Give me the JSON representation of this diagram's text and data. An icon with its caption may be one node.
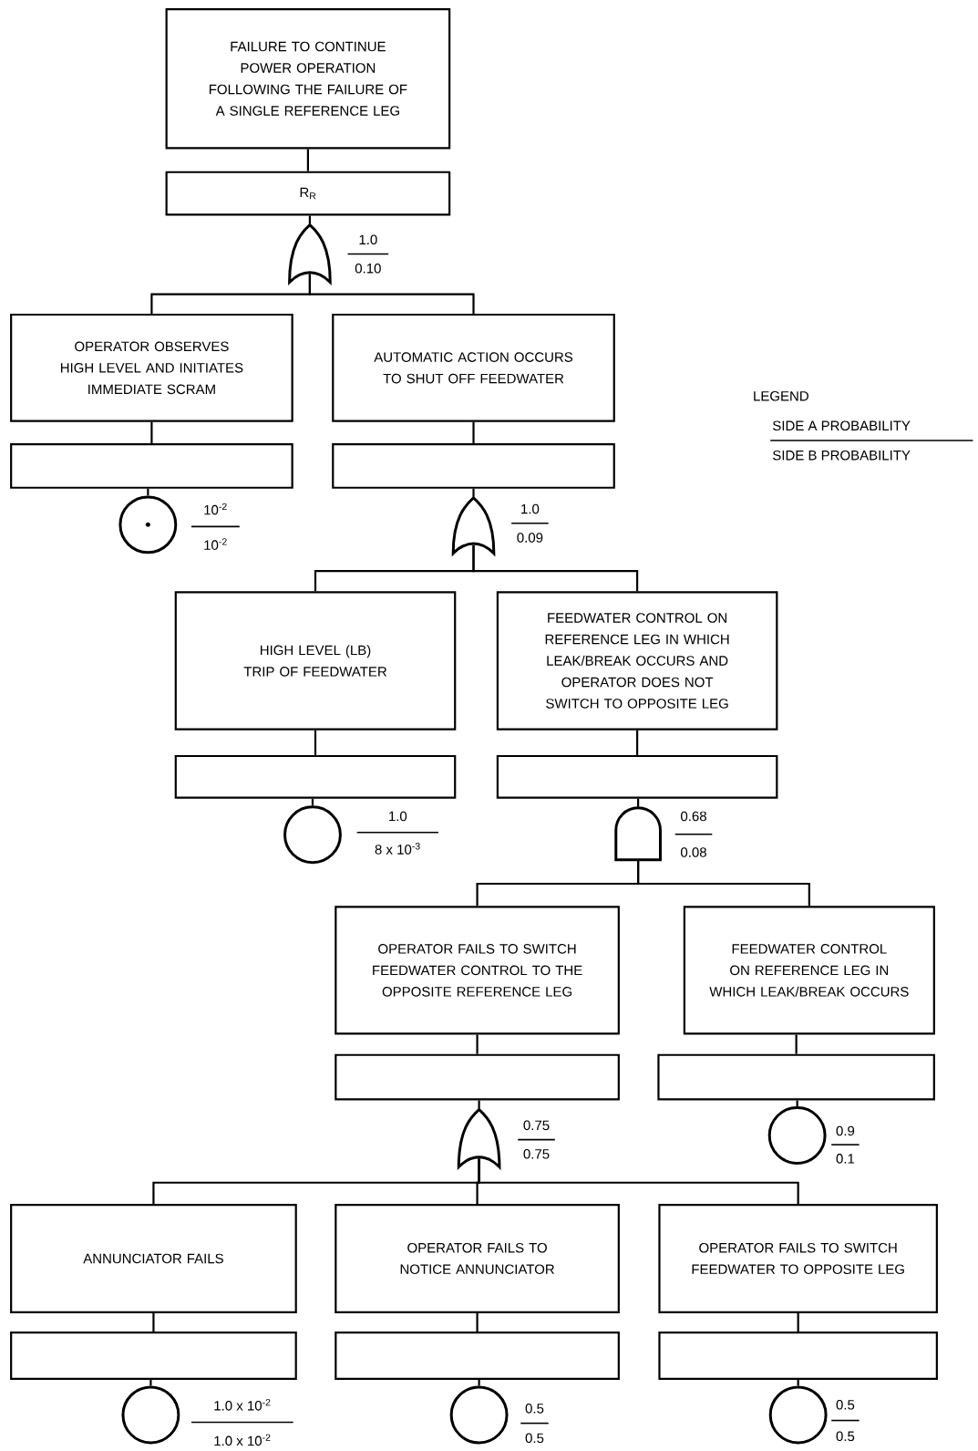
{
  "diagram": {
    "nodes": [
      {
        "text": [
          "FAILURE TO CONTINUE POWER OPERATION FOLLOWING THE FAILURE OF A SINGLE REFERENCE LEG"
        ]
      },
      {
        "text": [
          "R$_{R}$"
        ]
      },
      {
        "text": [],
        "shape": "or-gate",
        "beside": [
          "1.0",
          "0.10"
        ]
      },
      {
        "text": [
          "OPERATOR OBSERVES HIGH LEVEL AND INITIATES IMMEDIATE SCRAM"
        ]
      },
      {
        "text": [],
        "shape": "box"
      },
      {
        "text": [],
        "shape": "circle",
        "beside": [
          "10$^{-2}$",
          "10$^{-2}$"
        ]
      },
      {
        "text": [
          "AUTOMATIC ACTION OCCURS TO SHUT OFF FEEDWATER"
        ]
      },
      {
        "text": [],
        "shape": "box"
      },
      {
        "text": [],
        "shape": "or-gate",
        "beside": [
          "1.0",
          "0.09"
        ]
      },
      {
        "text": [
          "HIGH LEVEL (LB) TRIP OF FEEDWATER"
        ]
      },
      {
        "text": [],
        "shape": "box"
      },
      {
        "text": [],
        "shape": "circle",
        "beside": [
          "1.0",
          "8 x 10$^{-3}$"
        ]
      },
      {
        "text": [
          "FEEDWATER CONTROL ON REFERENCE LEG IN WHICH LEAK/BREAK OCCURS AND OPERATOR DOES NOT SWITCH TO OPPOSITE LEG"
        ]
      },
      {
        "text": [],
        "shape": "box"
      },
      {
        "text": [],
        "shape": "and-gate",
        "beside": [
          "0.68",
          "0.08"
        ]
      },
      {
        "text": [
          "OPERATOR FAILS TO SWITCH FEEDWATER CONTROL TO THE OPPOSITE REFERENCE LEG"
        ]
      },
      {
        "text": [],
        "shape": "box"
      },
      {
        "text": [],
        "shape": "or-gate",
        "beside": [
          "0.75",
          "0.75"
        ]
      },
      {
        "text": [
          "FEEDWATER CONTROL ON REFERENCE LEG IN WHICH LEAK/BREAK OCCURS"
        ]
      },
      {
        "text": [],
        "shape": "box"
      },
      {
        "text": [],
        "shape": "circle",
        "beside": [
          "0.9",
          "0.1"
        ]
      },
      {
        "text": [
          "ANNUNCIATOR FAILS"
        ]
      },
      {
        "text": [],
        "shape": "box"
      },
      {
        "text": [],
        "shape": "circle",
        "beside": [
          "1.0 x 10$^{-2}$",
          "1.0 x 10$^{-2}$"
        ]
      },
      {
        "text": [
          "OPERATOR FAILS TO NOTICE ANNUNCIATOR"
        ]
      },
      {
        "text": [],
        "shape": "box"
      },
      {
        "text": [],
        "shape": "circle",
        "beside": [
          "0.5",
          "0.5"
        ]
      },
      {
        "text": [
          "OPERATOR FAILS TO SWITCH FEEDWATER TO OPPOSITE LEG"
        ]
      },
      {
        "text": [],
        "shape": "box"
      },
      {
        "text": [],
        "shape": "circle",
        "beside": [
          "0.5",
          "0.5"
        ]
      }
    ],
    "edges": [
      {
        "from": 0,
        "to": 1,
        "arrow": "none"
      },
      {
        "from": 1,
        "to": 2,
        "arrow": "none"
      },
      {
        "from": 2,
        "to": 3,
        "arrow": "none"
      },
      {
        "from": 2,
        "to": 6,
        "arrow": "none"
      },
      {
        "from": 3,
        "to": 4,
        "arrow": "none"
      },
      {
        "from": 4,
        "to": 5,
        "arrow": "none"
      },
      {
        "from": 6,
        "to": 7,
        "arrow": "none"
      },
      {
        "from": 7,
        "to": 8,
        "arrow": "none"
      },
      {
        "from": 8,
        "to": 9,
        "arrow": "none"
      },
      {
        "from": 8,
        "to": 12,
        "arrow": "none"
      },
      {
        "from": 9,
        "to": 10,
        "arrow": "none"
      },
      {
        "from": 10,
        "to": 11,
        "arrow": "none"
      },
      {
        "from": 12,
        "to": 13,
        "arrow": "none"
      },
      {
        "from": 13,
        "to": 14,
        "arrow": "none"
      },
      {
        "from": 14,
        "to": 15,
        "arrow": "none"
      },
      {
        "from": 14,
        "to": 18,
        "arrow": "none"
      },
      {
        "from": 15,
        "to": 16,
        "arrow": "none"
      },
      {
        "from": 16,
        "to": 17,
        "arrow": "none"
      },
      {
        "from": 17,
        "to": 21,
        "arrow": "none"
      },
      {
        "from": 17,
        "to": 24,
        "arrow": "none"
      },
      {
        "from": 17,
        "to": 27,
        "arrow": "none"
      },
      {
        "from": 18,
        "to": 19,
        "arrow": "none"
      },
      {
        "from": 19,
        "to": 20,
        "arrow": "none"
      },
      {
        "from": 21,
        "to": 22,
        "arrow": "none"
      },
      {
        "from": 22,
        "to": 23,
        "arrow": "none"
      },
      {
        "from": 24,
        "to": 25,
        "arrow": "none"
      },
      {
        "from": 25,
        "to": 26,
        "arrow": "none"
      },
      {
        "from": 27,
        "to": 28,
        "arrow": "none"
      },
      {
        "from": 28,
        "to": 29,
        "arrow": "none"
      }
    ],
    "labels": [
      "LEGEND",
      "SIDE A PROBABILITY",
      "SIDE B PROBABILITY"
    ]
  }
}
